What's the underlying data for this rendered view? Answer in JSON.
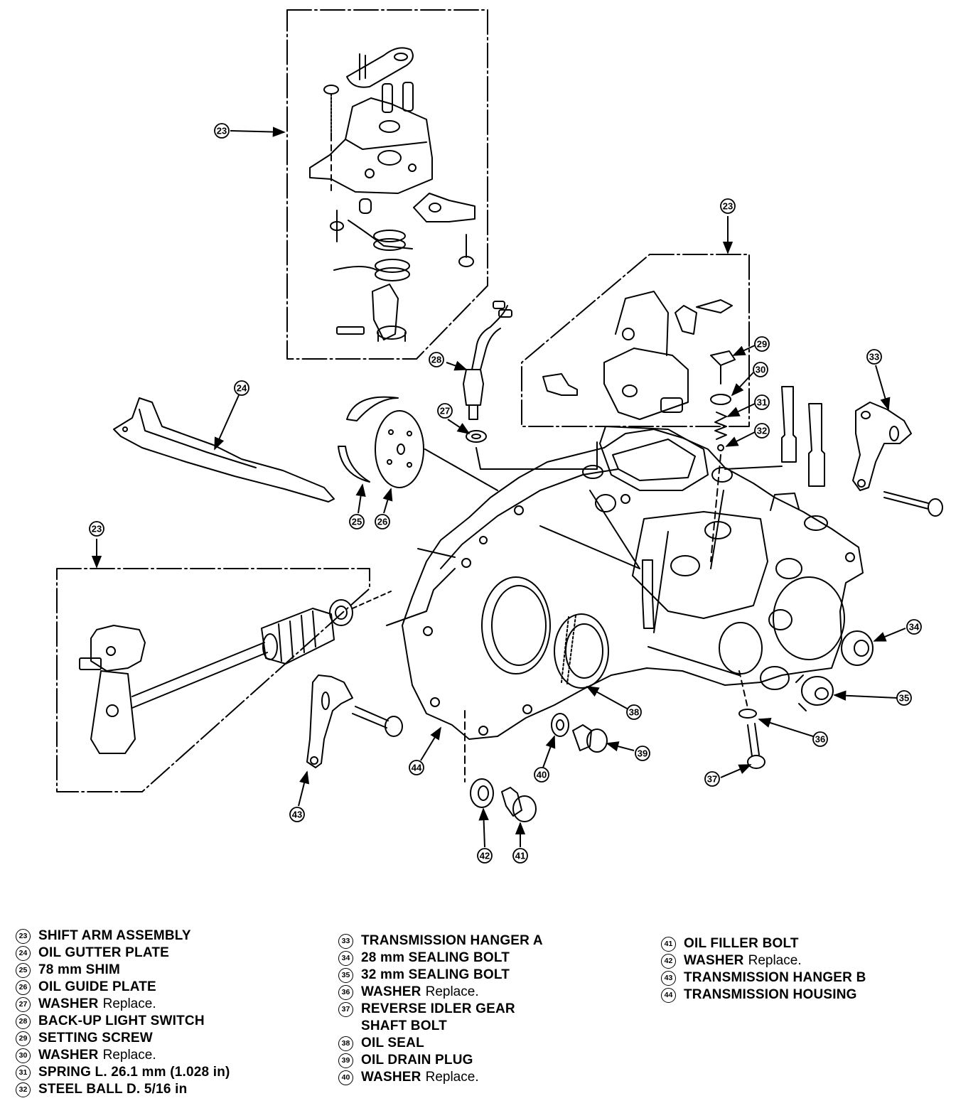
{
  "callouts": {
    "c23a": "23",
    "c23b": "23",
    "c23c": "23",
    "c24": "24",
    "c25": "25",
    "c26": "26",
    "c27": "27",
    "c28": "28",
    "c29": "29",
    "c30": "30",
    "c31": "31",
    "c32": "32",
    "c33": "33",
    "c34": "34",
    "c35": "35",
    "c36": "36",
    "c37": "37",
    "c38": "38",
    "c39": "39",
    "c40": "40",
    "c41": "41",
    "c42": "42",
    "c43": "43",
    "c44": "44"
  },
  "legend": {
    "col1": [
      {
        "num": "23",
        "name": "SHIFT ARM ASSEMBLY",
        "note": ""
      },
      {
        "num": "24",
        "name": "OIL GUTTER PLATE",
        "note": ""
      },
      {
        "num": "25",
        "name": "78 mm SHIM",
        "note": ""
      },
      {
        "num": "26",
        "name": "OIL GUIDE PLATE",
        "note": ""
      },
      {
        "num": "27",
        "name": "WASHER",
        "note": "Replace."
      },
      {
        "num": "28",
        "name": "BACK-UP LIGHT SWITCH",
        "note": ""
      },
      {
        "num": "29",
        "name": "SETTING SCREW",
        "note": ""
      },
      {
        "num": "30",
        "name": "WASHER",
        "note": "Replace."
      },
      {
        "num": "31",
        "name": "SPRING L. 26.1 mm (1.028 in)",
        "note": ""
      },
      {
        "num": "32",
        "name": "STEEL BALL D. 5/16 in",
        "note": ""
      }
    ],
    "col2": [
      {
        "num": "33",
        "name": "TRANSMISSION HANGER A",
        "note": ""
      },
      {
        "num": "34",
        "name": "28 mm SEALING BOLT",
        "note": ""
      },
      {
        "num": "35",
        "name": "32 mm SEALING BOLT",
        "note": ""
      },
      {
        "num": "36",
        "name": "WASHER",
        "note": "Replace."
      },
      {
        "num": "37",
        "name": "REVERSE IDLER GEAR",
        "note": ""
      },
      {
        "num": "",
        "name": "SHAFT BOLT",
        "note": ""
      },
      {
        "num": "38",
        "name": "OIL SEAL",
        "note": ""
      },
      {
        "num": "39",
        "name": "OIL DRAIN PLUG",
        "note": ""
      },
      {
        "num": "40",
        "name": "WASHER",
        "note": "Replace."
      }
    ],
    "col3": [
      {
        "num": "41",
        "name": "OIL FILLER BOLT",
        "note": ""
      },
      {
        "num": "42",
        "name": "WASHER",
        "note": "Replace."
      },
      {
        "num": "43",
        "name": "TRANSMISSION HANGER B",
        "note": ""
      },
      {
        "num": "44",
        "name": "TRANSMISSION HOUSING",
        "note": ""
      }
    ]
  }
}
